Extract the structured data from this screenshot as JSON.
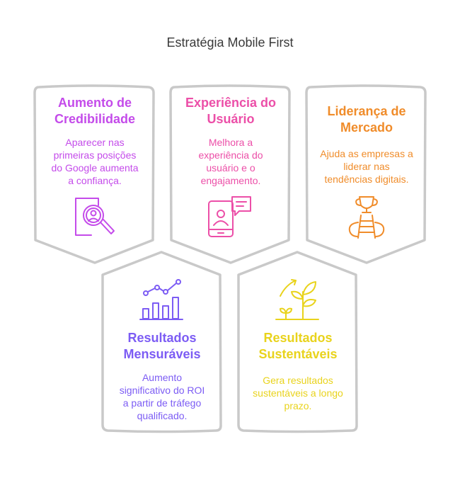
{
  "title": "Estratégia Mobile First",
  "colors": {
    "credibilidade": "#c44bea",
    "usuario": "#ec4fa8",
    "mercado": "#f08c2a",
    "mensuraveis": "#7c5cf4",
    "sustentaveis": "#e9d31c",
    "border": "#c9c9c9"
  },
  "cards": {
    "credibilidade": {
      "title_line1": "Aumento de",
      "title_line2": "Credibilidade",
      "body": [
        "Aparecer nas",
        "primeiras posições",
        "do Google aumenta",
        "a confiança."
      ],
      "icon": "search-person-icon"
    },
    "usuario": {
      "title_line1": "Experiência do",
      "title_line2": "Usuário",
      "body": [
        "Melhora a",
        "experiência do",
        "usuário e o",
        "engajamento."
      ],
      "icon": "phone-chat-icon"
    },
    "mercado": {
      "title_line1": "Liderança de",
      "title_line2": "Mercado",
      "body": [
        "Ajuda as empresas a",
        "liderar nas",
        "tendências digitais."
      ],
      "icon": "trophy-ladder-icon"
    },
    "mensuraveis": {
      "title_line1": "Resultados",
      "title_line2": "Mensuráveis",
      "body": [
        "Aumento",
        "significativo do ROI",
        "a partir de tráfego",
        "qualificado."
      ],
      "icon": "bar-chart-growth-icon"
    },
    "sustentaveis": {
      "title_line1": "Resultados",
      "title_line2": "Sustentáveis",
      "body": [
        "Gera resultados",
        "sustentáveis a longo",
        "prazo."
      ],
      "icon": "sprouting-plant-icon"
    }
  }
}
